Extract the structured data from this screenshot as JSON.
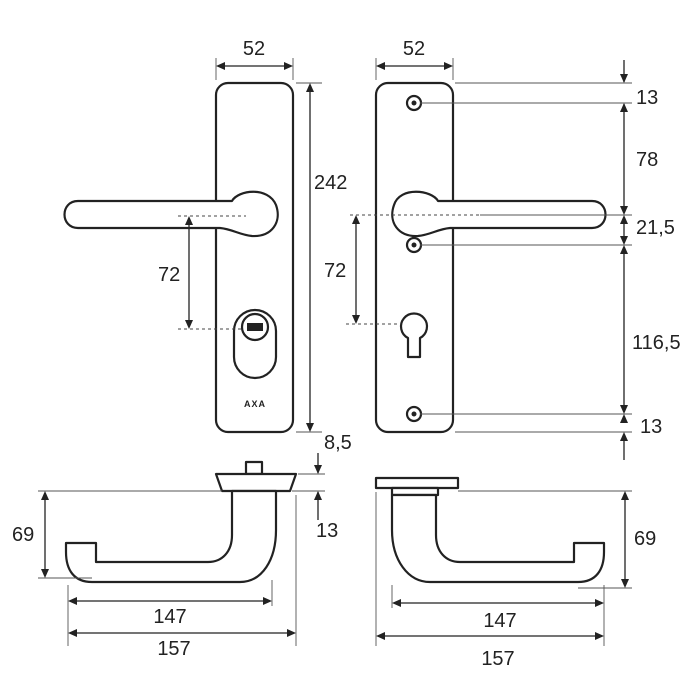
{
  "front_view": {
    "logo_text": "AXA",
    "dims": {
      "width": "52",
      "height": "242",
      "lever_to_cylinder": "72"
    }
  },
  "rear_view": {
    "dims": {
      "width": "52",
      "top_margin": "13",
      "top_to_lever": "78",
      "lever_to_screw": "21,5",
      "screw_to_screw": "116,5",
      "bottom_margin": "13",
      "lever_to_keyhole": "72"
    }
  },
  "side_view_left": {
    "dims": {
      "rosette_top": "8,5",
      "rosette_bottom": "13",
      "height": "69",
      "lever_length": "147",
      "total_length": "157"
    }
  },
  "side_view_right": {
    "dims": {
      "height": "69",
      "lever_length": "147",
      "total_length": "157"
    }
  }
}
